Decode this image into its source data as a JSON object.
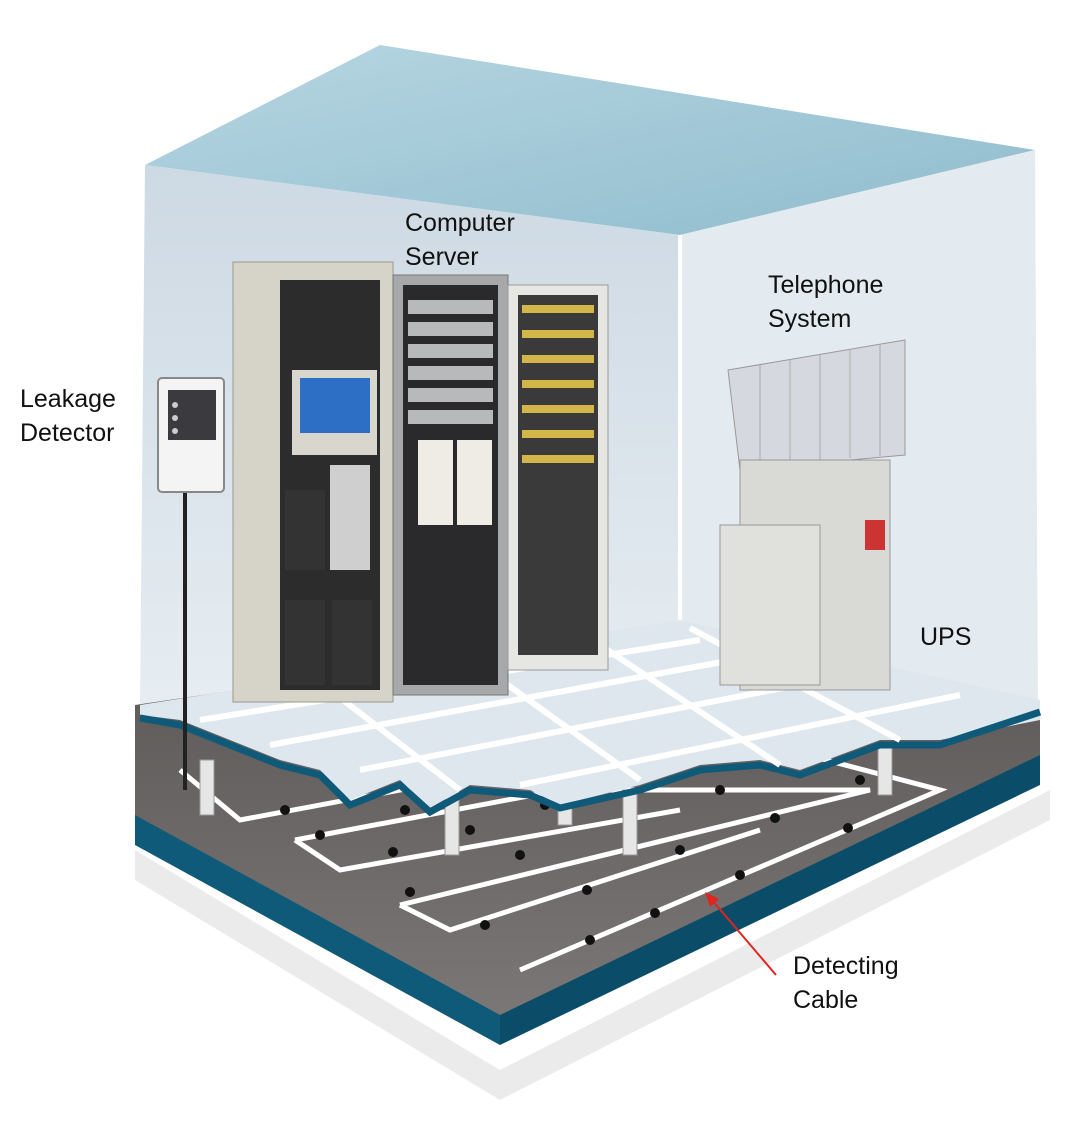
{
  "labels": {
    "leakage_detector": [
      "Leakage",
      "Detector"
    ],
    "computer_server": [
      "Computer",
      "Server"
    ],
    "telephone_system": [
      "Telephone",
      "System"
    ],
    "ups": "UPS",
    "detecting_cable": [
      "Detecting",
      "Cable"
    ]
  },
  "colors": {
    "ceiling": "#9cc3d3",
    "wall": "#dde6ee",
    "floor_tile": "#dfe7ee",
    "subfloor": "#6b6766",
    "edge": "#0e5a78",
    "arrow": "#e0241f"
  }
}
